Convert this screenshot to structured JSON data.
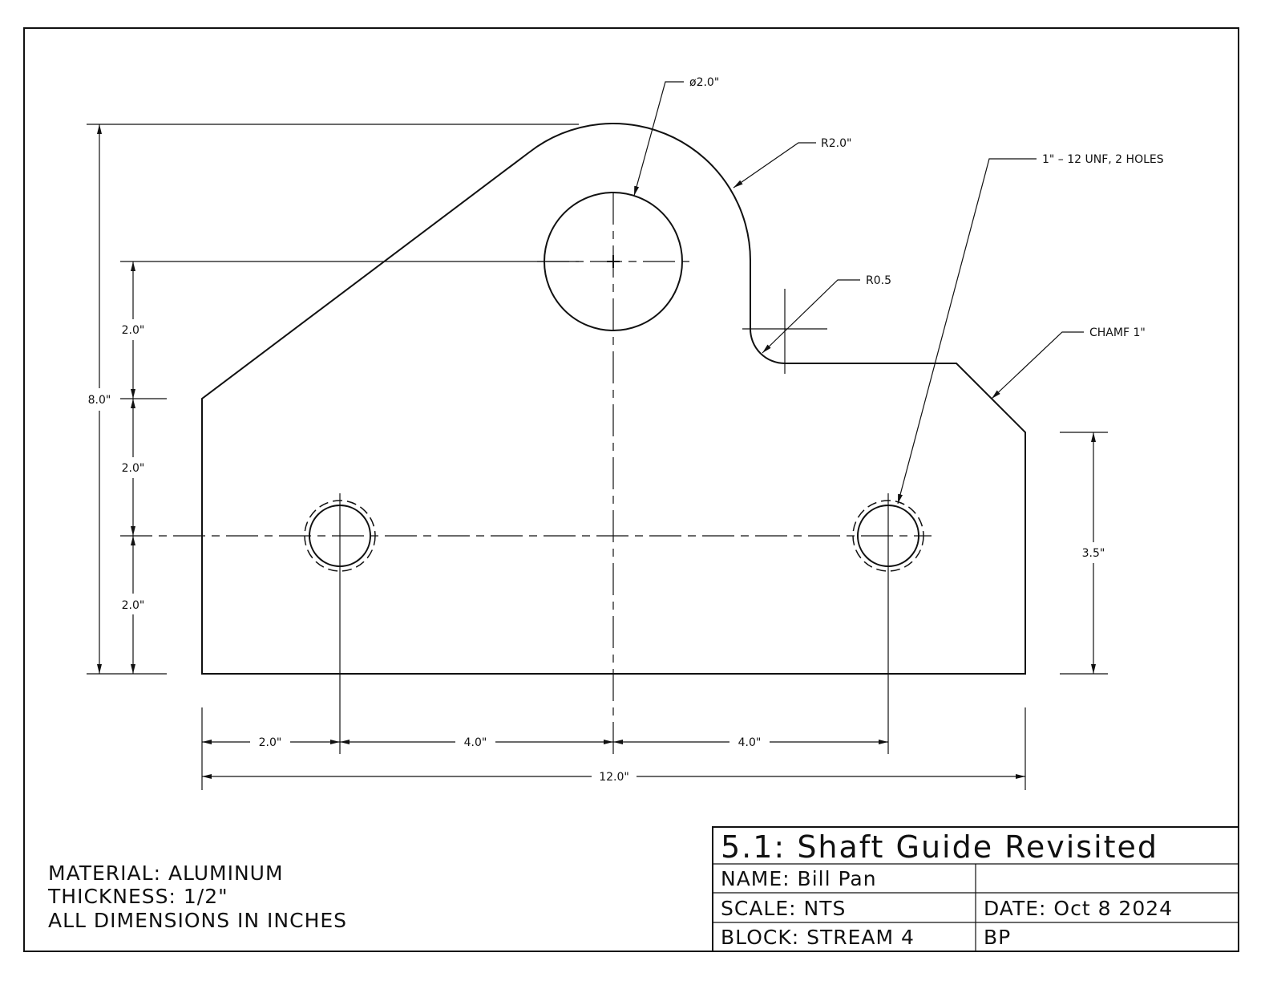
{
  "drawing": {
    "callouts": {
      "main_hole": "ø2.0\"",
      "top_radius": "R2.0\"",
      "fillet": "R0.5",
      "threaded_holes": "1\" – 12 UNF, 2 HOLES",
      "chamfer": "CHAMF 1\""
    },
    "dimensions": {
      "overall_height": "8.0\"",
      "v_upper": "2.0\"",
      "v_middle": "2.0\"",
      "v_lower": "2.0\"",
      "right_height": "3.5\"",
      "h_left": "2.0\"",
      "h_mid": "4.0\"",
      "h_right": "4.0\"",
      "overall_width": "12.0\""
    }
  },
  "notes": [
    "MATERIAL: ALUMINUM",
    "THICKNESS: 1/2\"",
    "ALL DIMENSIONS IN INCHES"
  ],
  "title_block": {
    "title": "5.1: Shaft Guide Revisited",
    "name": "NAME: Bill Pan",
    "name_right": "",
    "scale": "SCALE: NTS",
    "date": "DATE: Oct 8 2024",
    "block": "BLOCK: STREAM 4",
    "initials": "BP"
  }
}
